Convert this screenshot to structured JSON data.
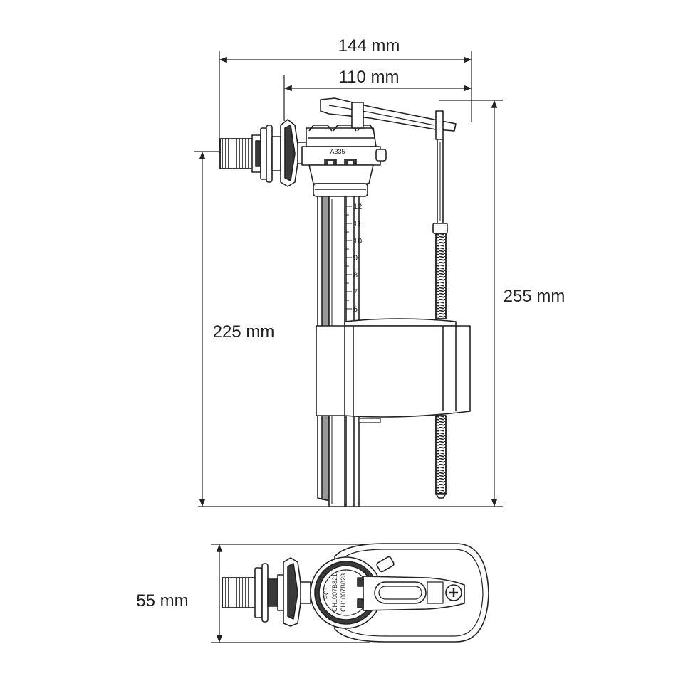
{
  "dimensions": {
    "total_width": "144 mm",
    "arm_width": "110 mm",
    "total_height": "255 mm",
    "inlet_height": "225 mm",
    "depth": "55 mm"
  },
  "markings": {
    "valve_label": "A335",
    "scale_numbers": [
      "12",
      "11",
      "10",
      "9",
      "8",
      "7",
      "6"
    ],
    "top_view_label_1": "PCT",
    "top_view_label_2": "CH1007B821",
    "top_view_label_3": "CH1007B823"
  },
  "colors": {
    "line": "#222222",
    "fill_light": "#ffffff",
    "fill_mid": "#9a9a9a",
    "fill_dark": "#3a3a3a"
  }
}
